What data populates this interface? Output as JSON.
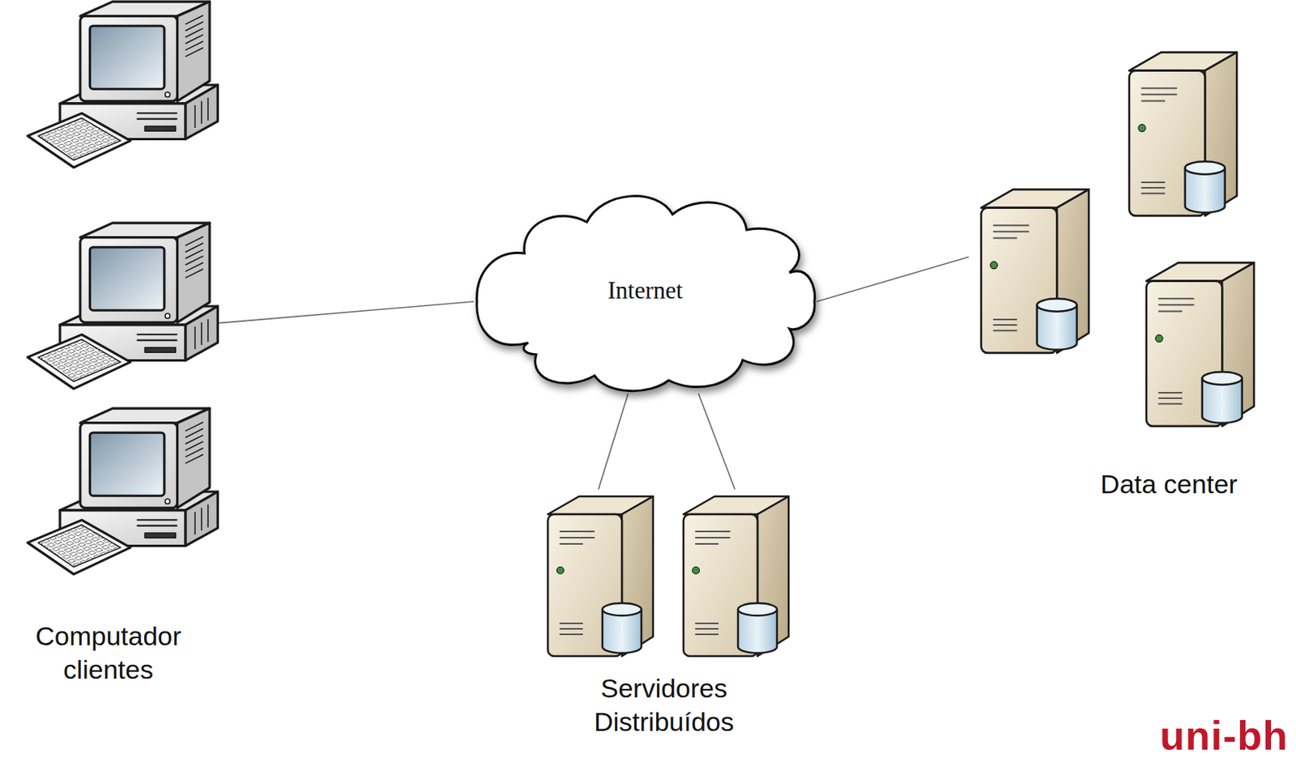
{
  "diagram": {
    "nodes": [
      {
        "text": [
          "Computador clientes"
        ]
      },
      {
        "text": [
          "Internet"
        ]
      },
      {
        "text": [
          "Servidores Distribuídos"
        ]
      },
      {
        "text": [
          "Data center"
        ]
      }
    ],
    "edges": [
      {
        "from": 0,
        "to": 1,
        "arrow": "none"
      },
      {
        "from": 1,
        "to": 3,
        "arrow": "none"
      },
      {
        "from": 1,
        "to": 2,
        "arrow": "none"
      },
      {
        "from": 1,
        "to": 2,
        "arrow": "none"
      }
    ],
    "labels": [
      "uni-bh"
    ]
  }
}
